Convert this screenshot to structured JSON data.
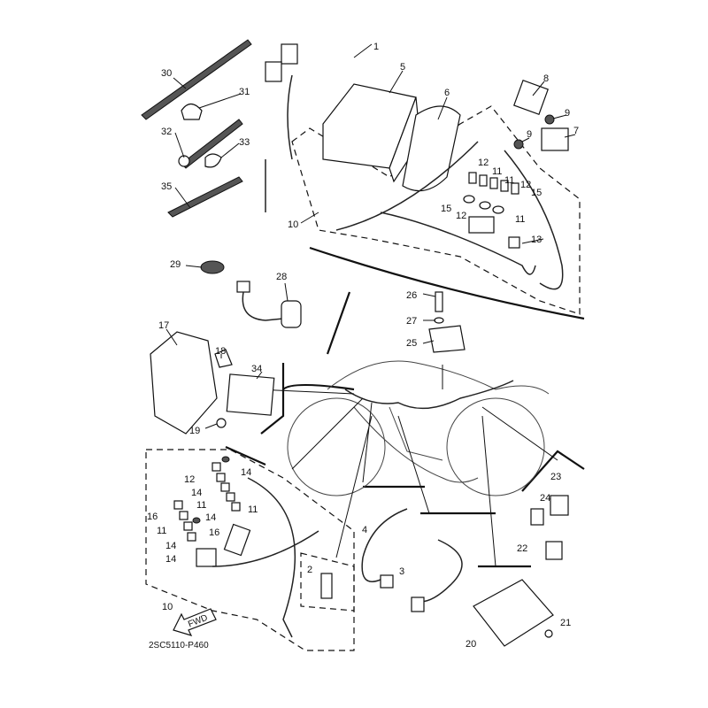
{
  "diagram": {
    "part_code": "2SC5110-P460",
    "fwd_label": "FWD",
    "callouts": [
      "1",
      "5",
      "6",
      "8",
      "9",
      "9",
      "7",
      "30",
      "31",
      "32",
      "33",
      "35",
      "10",
      "12",
      "11",
      "11",
      "12",
      "15",
      "15",
      "12",
      "11",
      "13",
      "29",
      "28",
      "26",
      "27",
      "25",
      "17",
      "18",
      "34",
      "19",
      "14",
      "12",
      "14",
      "11",
      "14",
      "11",
      "16",
      "11",
      "16",
      "14",
      "14",
      "23",
      "24",
      "22",
      "2",
      "4",
      "3",
      "20",
      "21",
      "10"
    ]
  }
}
